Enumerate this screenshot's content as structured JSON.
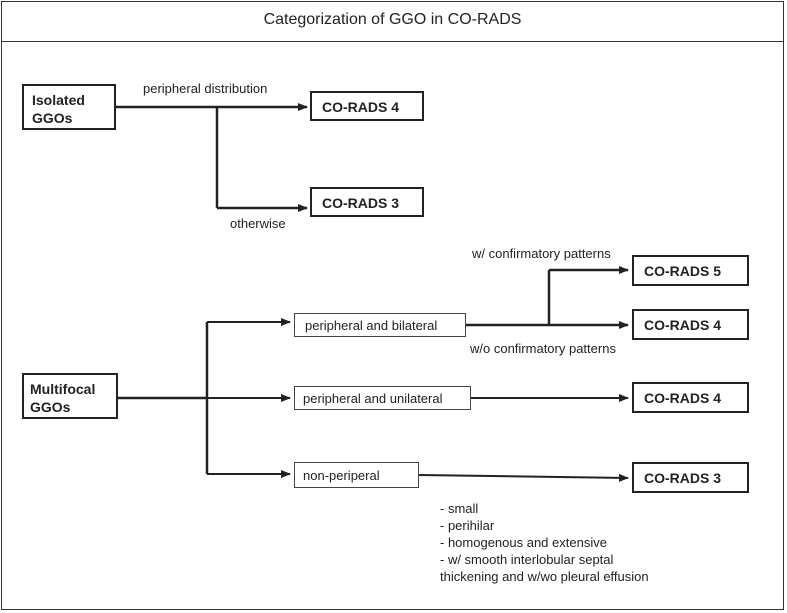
{
  "title": "Categorization of GGO in CO-RADS",
  "isolated": {
    "source": [
      "Isolated",
      "GGOs"
    ],
    "edge_top": "peripheral distribution",
    "edge_bottom": "otherwise",
    "target_top": "CO-RADS 4",
    "target_bottom": "CO-RADS 3"
  },
  "multifocal": {
    "source": [
      "Multifocal",
      "GGOs"
    ],
    "branches": [
      {
        "label": "peripheral and bilateral"
      },
      {
        "label": "peripheral and unilateral"
      },
      {
        "label": "non-periperal"
      }
    ],
    "confirmatory_label": "w/ confirmatory patterns",
    "no_confirmatory_label": "w/o confirmatory patterns",
    "targets": [
      "CO-RADS 5",
      "CO-RADS 4",
      "CO-RADS 4",
      "CO-RADS 3"
    ],
    "notes": [
      "- small",
      "- perihilar",
      "- homogenous and extensive",
      "- w/ smooth interlobular septal",
      "thickening and w/wo pleural effusion"
    ]
  }
}
